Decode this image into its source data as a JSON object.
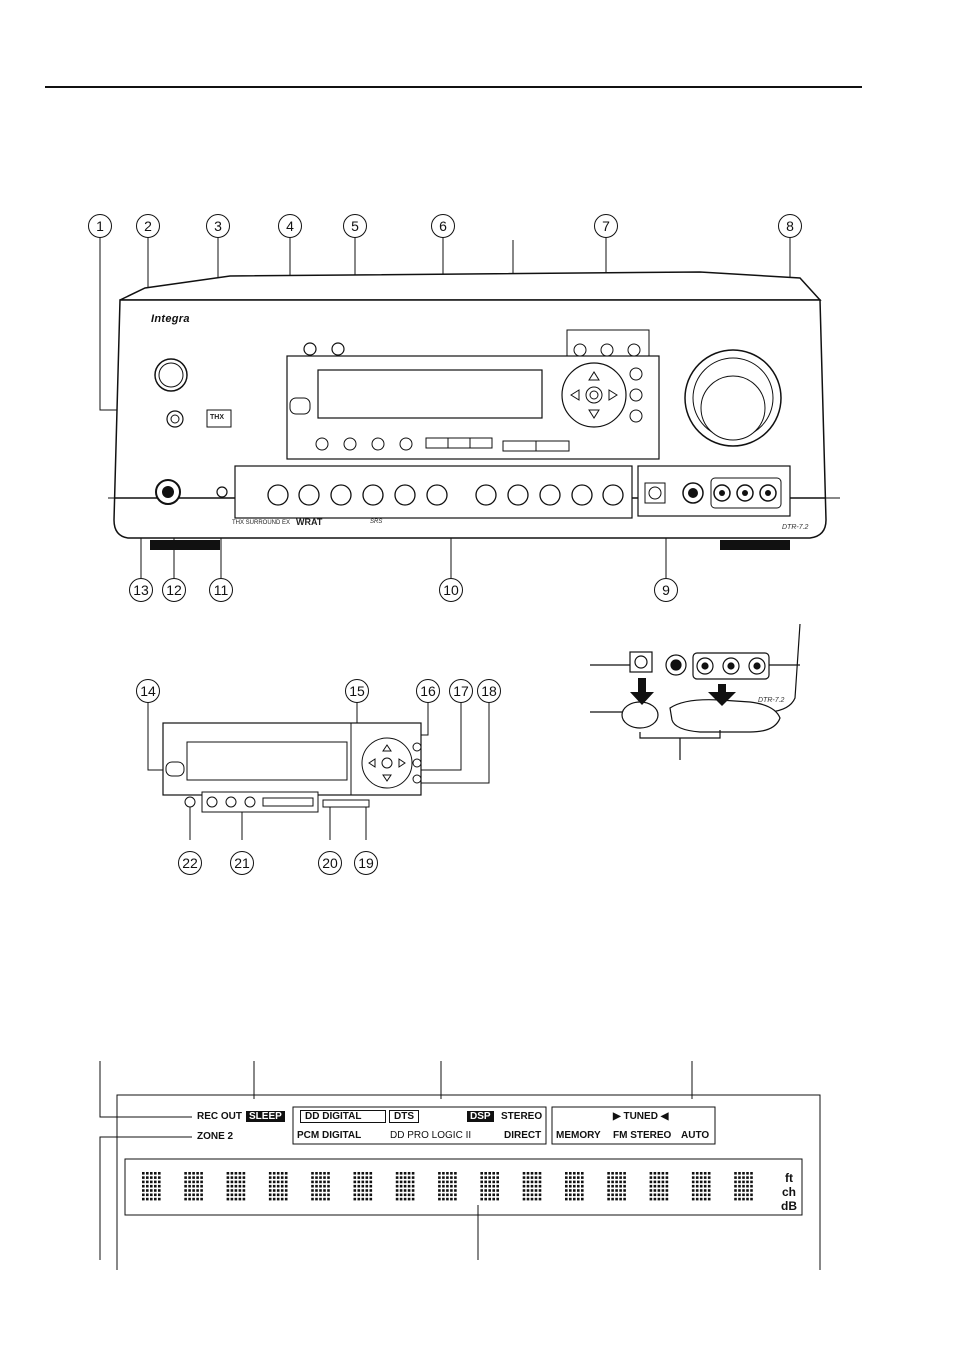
{
  "callouts": [
    "1",
    "2",
    "3",
    "4",
    "5",
    "6",
    "7",
    "8",
    "9",
    "10",
    "11",
    "12",
    "13",
    "14",
    "15",
    "16",
    "17",
    "18",
    "19",
    "20",
    "21",
    "22"
  ],
  "front_panel": {
    "brand": "Integra",
    "model": "DTR-7.2",
    "thx_badge": "THX",
    "logos": [
      "THX SURROUND EX",
      "WRAT",
      "SRS"
    ]
  },
  "detail_view": {
    "model": "DTR-7.2"
  },
  "display": {
    "rec_out": "REC OUT",
    "sleep": "SLEEP",
    "zone2": "ZONE 2",
    "dd_digital": "DD DIGITAL",
    "dts": "DTS",
    "dsp": "DSP",
    "stereo": "STEREO",
    "pcm_digital": "PCM DIGITAL",
    "dd_pro_logic": "DD PRO LOGIC II",
    "direct": "DIRECT",
    "tuned": "▶ TUNED ◀",
    "memory": "MEMORY",
    "fm_stereo": "FM STEREO",
    "auto": "AUTO",
    "unit_ft": "ft",
    "unit_ch": "ch",
    "unit_db": "dB"
  },
  "colors": {
    "ink": "#111111",
    "panel": "#ffffff",
    "highlight": "#111111"
  }
}
